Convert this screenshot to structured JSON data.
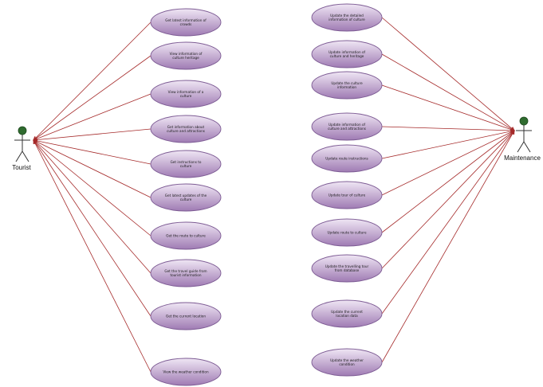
{
  "colors": {
    "ellipse_fill_top": "#efe6f4",
    "ellipse_fill_bottom": "#9f7bb3",
    "ellipse_stroke": "#7c5a93",
    "line": "#a52a2a",
    "actor_head": "#2f6b2f"
  },
  "actors": {
    "tourist": {
      "label": "Tourist"
    },
    "maintenance": {
      "label": "Maintenance"
    }
  },
  "tourist_usecases": [
    {
      "label": "Get latest information of crowds"
    },
    {
      "label": "View information of culture heritage"
    },
    {
      "label": "View information of a culture"
    },
    {
      "label": "Get information about culture and attractions"
    },
    {
      "label": "Get instructions to culture"
    },
    {
      "label": "Get latest updates of the culture"
    },
    {
      "label": "Get the route to culture"
    },
    {
      "label": "Get the travel guide from tourist information"
    },
    {
      "label": "Get the current location"
    },
    {
      "label": "View the weather condition"
    }
  ],
  "maintenance_usecases": [
    {
      "label": "Update the detailed information of culture"
    },
    {
      "label": "Update information of culture and heritage"
    },
    {
      "label": "Update the culture information"
    },
    {
      "label": "Update information of culture and attractions"
    },
    {
      "label": "Update route instructions"
    },
    {
      "label": "Update tour of culture"
    },
    {
      "label": "Update route to culture"
    },
    {
      "label": "Update the travelling tour from database"
    },
    {
      "label": "Update the current location data"
    },
    {
      "label": "Update the weather condition"
    }
  ]
}
